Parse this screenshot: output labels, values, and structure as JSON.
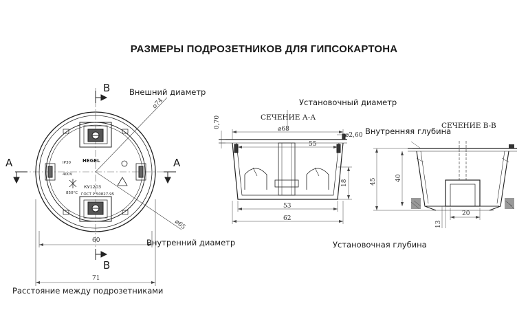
{
  "title": "РАЗМЕРЫ ПОДРОЗЕТНИКОВ ДЛЯ ГИПСОКАРТОНА",
  "labels": {
    "outer_diameter": "Внешний диаметр",
    "inner_diameter": "Внутренний диаметр",
    "distance_between": "Расстояние между подрозетниками",
    "mounting_diameter": "Установочный диаметр",
    "inner_depth": "Внутренняя глубина",
    "mounting_depth": "Установочная глубина",
    "section_aa": "СЕЧЕНИЕ А-А",
    "section_bb": "СЕЧЕНИЕ В-В"
  },
  "section_markers": {
    "a": "A",
    "b": "B"
  },
  "box_markings": {
    "brand": "HEGEL",
    "ip": "IP30",
    "voltage": "400V",
    "temp": "850°C",
    "model": "КУ1203",
    "gost": "ГОСТ Р 50827-95"
  },
  "dimensions": {
    "d74": "74",
    "d65": "65",
    "w60": "60",
    "w71": "71",
    "d68": "68",
    "t260": "2,60",
    "t070": "0,70",
    "w55": "55",
    "w53": "53",
    "w62": "62",
    "h18": "18",
    "h45": "45",
    "h40": "40",
    "h13": "13",
    "w20": "20"
  }
}
